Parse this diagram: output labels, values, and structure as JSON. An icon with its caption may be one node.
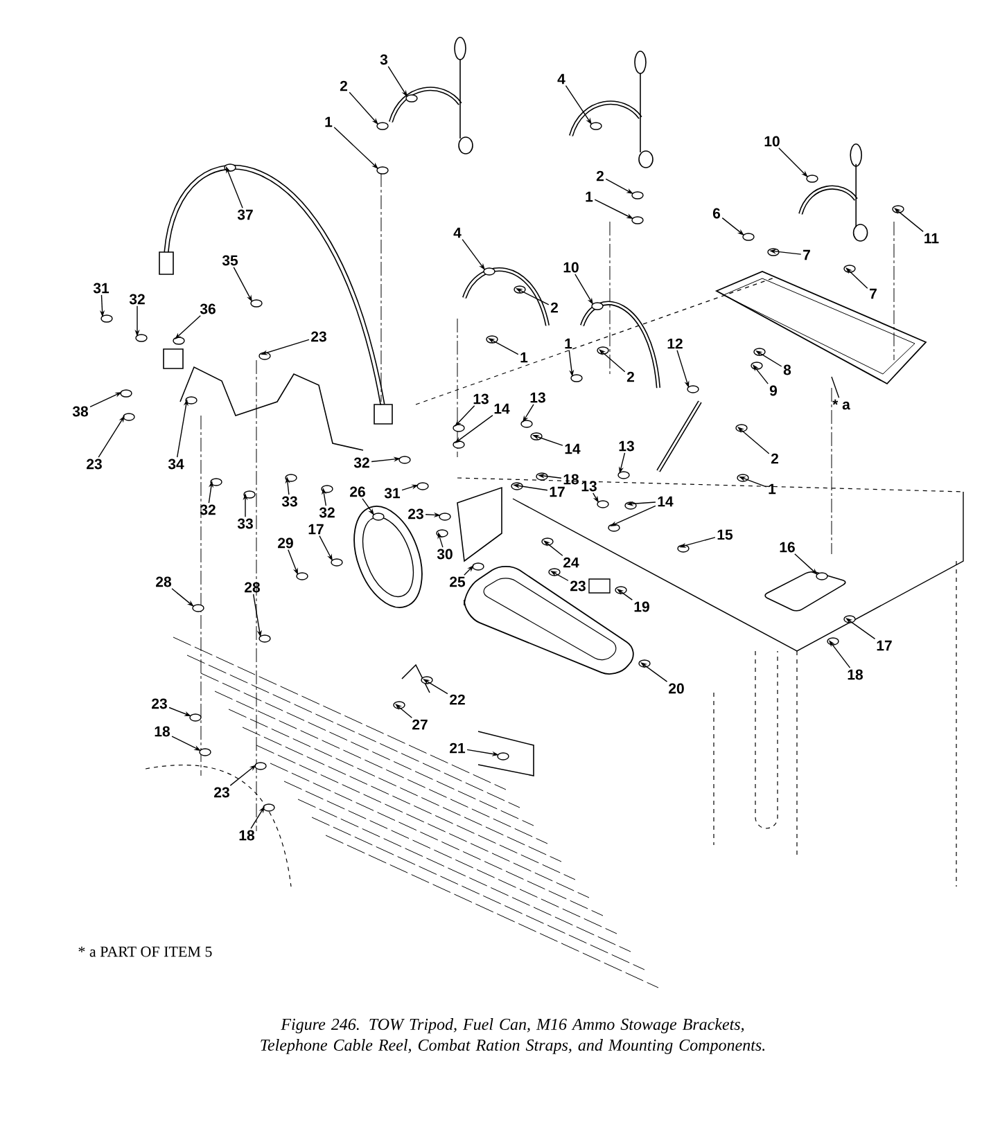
{
  "diagram": {
    "caption": "Figure 246. TOW Tripod, Fuel Can, M16 Ammo Stowage Brackets, Telephone Cable Reel, Combat Ration Straps, and Mounting Components.",
    "nodes": [
      {
        "text": [
          "3"
        ]
      },
      {
        "text": [
          "4"
        ]
      },
      {
        "text": [
          "2"
        ]
      },
      {
        "text": [
          "1"
        ]
      },
      {
        "text": [
          "10"
        ]
      },
      {
        "text": [
          "2"
        ]
      },
      {
        "text": [
          "1"
        ]
      },
      {
        "text": [
          "6"
        ]
      },
      {
        "text": [
          "37"
        ]
      },
      {
        "text": [
          "4"
        ]
      },
      {
        "text": [
          "11"
        ]
      },
      {
        "text": [
          "7"
        ]
      },
      {
        "text": [
          "35"
        ]
      },
      {
        "text": [
          "10"
        ]
      },
      {
        "text": [
          "31"
        ]
      },
      {
        "text": [
          "7"
        ]
      },
      {
        "text": [
          "32"
        ]
      },
      {
        "text": [
          "36"
        ]
      },
      {
        "text": [
          "2"
        ]
      },
      {
        "text": [
          "23"
        ]
      },
      {
        "text": [
          "12"
        ]
      },
      {
        "text": [
          "1"
        ]
      },
      {
        "text": [
          "1"
        ]
      },
      {
        "text": [
          "8"
        ]
      },
      {
        "text": [
          "2"
        ]
      },
      {
        "text": [
          "9"
        ]
      },
      {
        "text": [
          "13"
        ]
      },
      {
        "text": [
          "13"
        ]
      },
      {
        "text": [
          "* a"
        ]
      },
      {
        "text": [
          "14"
        ]
      },
      {
        "text": [
          "38"
        ]
      },
      {
        "text": [
          "13"
        ]
      },
      {
        "text": [
          "14"
        ]
      },
      {
        "text": [
          "23"
        ]
      },
      {
        "text": [
          "34"
        ]
      },
      {
        "text": [
          "2"
        ]
      },
      {
        "text": [
          "18"
        ]
      },
      {
        "text": [
          "32"
        ]
      },
      {
        "text": [
          "13"
        ]
      },
      {
        "text": [
          "1"
        ]
      },
      {
        "text": [
          "26"
        ]
      },
      {
        "text": [
          "17"
        ]
      },
      {
        "text": [
          "31"
        ]
      },
      {
        "text": [
          "14"
        ]
      },
      {
        "text": [
          "33"
        ]
      },
      {
        "text": [
          "32"
        ]
      },
      {
        "text": [
          "23"
        ]
      },
      {
        "text": [
          "32"
        ]
      },
      {
        "text": [
          "33"
        ]
      },
      {
        "text": [
          "17"
        ]
      },
      {
        "text": [
          "15"
        ]
      },
      {
        "text": [
          "29"
        ]
      },
      {
        "text": [
          "16"
        ]
      },
      {
        "text": [
          "30"
        ]
      },
      {
        "text": [
          "24"
        ]
      },
      {
        "text": [
          "28"
        ]
      },
      {
        "text": [
          "25"
        ]
      },
      {
        "text": [
          "28"
        ]
      },
      {
        "text": [
          "23"
        ]
      },
      {
        "text": [
          "19"
        ]
      },
      {
        "text": [
          "17"
        ]
      },
      {
        "text": [
          "18"
        ]
      },
      {
        "text": [
          "20"
        ]
      },
      {
        "text": [
          "22"
        ]
      },
      {
        "text": [
          "23"
        ]
      },
      {
        "text": [
          "27"
        ]
      },
      {
        "text": [
          "18"
        ]
      },
      {
        "text": [
          "21"
        ]
      },
      {
        "text": [
          "23"
        ]
      },
      {
        "text": [
          "18"
        ]
      }
    ],
    "edges": [
      {
        "from": 0,
        "to": null,
        "arrow": "to"
      },
      {
        "from": 1,
        "to": null,
        "arrow": "to"
      },
      {
        "from": 2,
        "to": null,
        "arrow": "to"
      },
      {
        "from": 3,
        "to": null,
        "arrow": "to"
      },
      {
        "from": 4,
        "to": null,
        "arrow": "to"
      },
      {
        "from": 5,
        "to": null,
        "arrow": "to"
      },
      {
        "from": 6,
        "to": null,
        "arrow": "to"
      },
      {
        "from": 7,
        "to": null,
        "arrow": "to"
      },
      {
        "from": 8,
        "to": null,
        "arrow": "to"
      },
      {
        "from": 9,
        "to": null,
        "arrow": "to"
      },
      {
        "from": 10,
        "to": null,
        "arrow": "to"
      },
      {
        "from": 11,
        "to": null,
        "arrow": "to"
      },
      {
        "from": 12,
        "to": null,
        "arrow": "to"
      },
      {
        "from": 13,
        "to": null,
        "arrow": "to"
      },
      {
        "from": 14,
        "to": null,
        "arrow": "to"
      },
      {
        "from": 15,
        "to": null,
        "arrow": "to"
      },
      {
        "from": 16,
        "to": null,
        "arrow": "to"
      },
      {
        "from": 17,
        "to": null,
        "arrow": "to"
      },
      {
        "from": 18,
        "to": null,
        "arrow": "to"
      },
      {
        "from": 19,
        "to": null,
        "arrow": "to"
      },
      {
        "from": 20,
        "to": null,
        "arrow": "to"
      },
      {
        "from": 21,
        "to": null,
        "arrow": "to"
      },
      {
        "from": 22,
        "to": null,
        "arrow": "to"
      },
      {
        "from": 23,
        "to": null,
        "arrow": "to"
      },
      {
        "from": 24,
        "to": null,
        "arrow": "to"
      },
      {
        "from": 25,
        "to": null,
        "arrow": "to"
      },
      {
        "from": 26,
        "to": null,
        "arrow": "to"
      },
      {
        "from": 27,
        "to": null,
        "arrow": "to"
      },
      {
        "from": 28,
        "to": null,
        "arrow": "none"
      },
      {
        "from": 29,
        "to": null,
        "arrow": "to"
      },
      {
        "from": 30,
        "to": null,
        "arrow": "to"
      },
      {
        "from": 31,
        "to": null,
        "arrow": "to"
      },
      {
        "from": 32,
        "to": null,
        "arrow": "to"
      },
      {
        "from": 33,
        "to": null,
        "arrow": "to"
      },
      {
        "from": 34,
        "to": null,
        "arrow": "to"
      },
      {
        "from": 35,
        "to": null,
        "arrow": "to"
      },
      {
        "from": 36,
        "to": null,
        "arrow": "to"
      },
      {
        "from": 37,
        "to": null,
        "arrow": "to"
      },
      {
        "from": 38,
        "to": null,
        "arrow": "to"
      },
      {
        "from": 39,
        "to": null,
        "arrow": "to"
      },
      {
        "from": 40,
        "to": null,
        "arrow": "to"
      },
      {
        "from": 41,
        "to": null,
        "arrow": "to"
      },
      {
        "from": 42,
        "to": null,
        "arrow": "to"
      },
      {
        "from": 43,
        "to": null,
        "arrow": "to"
      },
      {
        "from": 43,
        "to": null,
        "arrow": "to"
      },
      {
        "from": 44,
        "to": null,
        "arrow": "to"
      },
      {
        "from": 45,
        "to": null,
        "arrow": "to"
      },
      {
        "from": 46,
        "to": null,
        "arrow": "to"
      },
      {
        "from": 47,
        "to": null,
        "arrow": "to"
      },
      {
        "from": 48,
        "to": null,
        "arrow": "to"
      },
      {
        "from": 49,
        "to": null,
        "arrow": "to"
      },
      {
        "from": 50,
        "to": null,
        "arrow": "to"
      },
      {
        "from": 51,
        "to": null,
        "arrow": "to"
      },
      {
        "from": 52,
        "to": null,
        "arrow": "to"
      },
      {
        "from": 53,
        "to": null,
        "arrow": "to"
      },
      {
        "from": 54,
        "to": null,
        "arrow": "to"
      },
      {
        "from": 55,
        "to": null,
        "arrow": "to"
      },
      {
        "from": 56,
        "to": null,
        "arrow": "to"
      },
      {
        "from": 57,
        "to": null,
        "arrow": "to"
      },
      {
        "from": 58,
        "to": null,
        "arrow": "to"
      },
      {
        "from": 59,
        "to": null,
        "arrow": "to"
      },
      {
        "from": 60,
        "to": null,
        "arrow": "to"
      },
      {
        "from": 61,
        "to": null,
        "arrow": "to"
      },
      {
        "from": 62,
        "to": null,
        "arrow": "to"
      },
      {
        "from": 63,
        "to": null,
        "arrow": "to"
      },
      {
        "from": 64,
        "to": null,
        "arrow": "to"
      },
      {
        "from": 65,
        "to": null,
        "arrow": "to"
      },
      {
        "from": 66,
        "to": null,
        "arrow": "to"
      },
      {
        "from": 67,
        "to": null,
        "arrow": "to"
      },
      {
        "from": 68,
        "to": null,
        "arrow": "to"
      },
      {
        "from": 69,
        "to": null,
        "arrow": "to"
      }
    ],
    "labels": [
      "* a PART OF ITEM 5"
    ]
  }
}
